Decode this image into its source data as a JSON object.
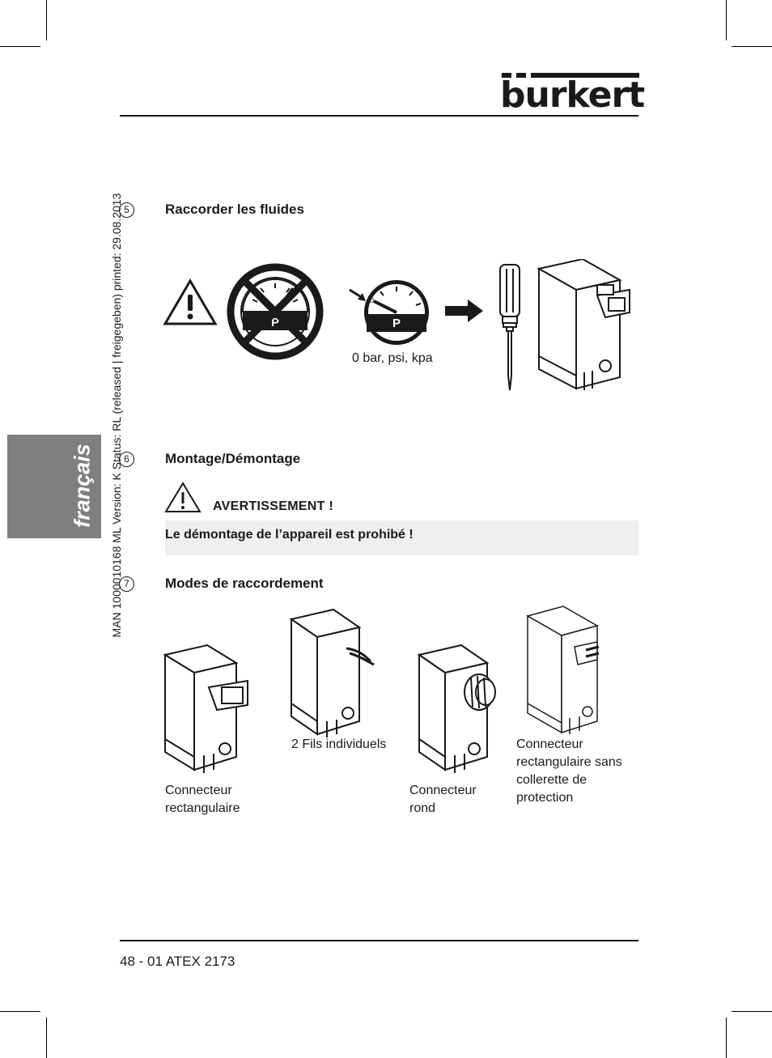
{
  "brand": {
    "logo": "burkert"
  },
  "sidebar": {
    "language_tab": "français",
    "meta": "MAN  1000010168  ML  Version: K  Status: RL (released | freigegeben)  printed: 29.08.2013"
  },
  "sections": [
    {
      "number": "5",
      "title": "Raccorder les fluides",
      "gauge_caption": "0 bar, psi, kpa"
    },
    {
      "number": "6",
      "title": "Montage/Démontage",
      "warning": {
        "title": "AVERTISSEMENT !",
        "text": "Le démontage de l’appareil est prohibé !"
      }
    },
    {
      "number": "7",
      "title": "Modes de raccordement",
      "connectors": [
        {
          "caption": "Connecteur rectangulaire"
        },
        {
          "caption": "2 Fils individuels"
        },
        {
          "caption": "Connecteur rond"
        },
        {
          "caption": "Connecteur rectangulaire sans collerette de protection"
        }
      ]
    }
  ],
  "footer": {
    "page": "48  -  01 ATEX 2173"
  }
}
